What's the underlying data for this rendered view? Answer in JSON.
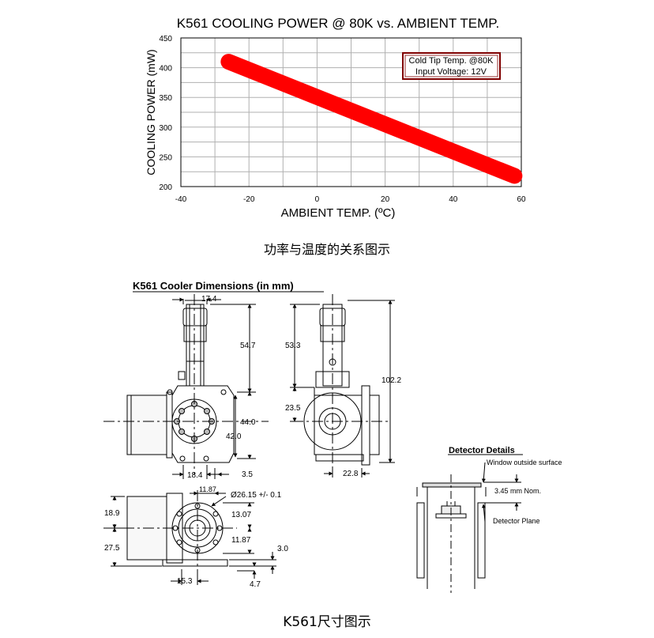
{
  "chart_data": {
    "type": "line",
    "title": "K561 COOLING POWER @ 80K vs. AMBIENT TEMP.",
    "xlabel": "AMBIENT TEMP. (ºC)",
    "ylabel": "COOLING POWER  (mW)",
    "xlim": [
      -40,
      60
    ],
    "ylim": [
      200,
      450
    ],
    "xticks": [
      "-40",
      "-20",
      "0",
      "20",
      "40",
      "60"
    ],
    "yticks": [
      "200",
      "250",
      "300",
      "350",
      "400",
      "450"
    ],
    "grid": true,
    "series": [
      {
        "x": [
          -26,
          58
        ],
        "y": [
          410,
          218
        ],
        "color": "#ff0000"
      }
    ],
    "legend_lines": [
      "Cold Tip Temp. @80K",
      "Input Voltage: 12V"
    ],
    "legend_position": "top-right"
  },
  "captions": {
    "chart": "功率与温度的关系图示",
    "drawing": "K561尺寸图示"
  },
  "drawing": {
    "title": "K561 Cooler Dimensions  (in mm)",
    "dims": {
      "d17_4": "17.4",
      "d54_7": "54.7",
      "d44_0": "44.0",
      "d42_0": "42.0",
      "d18_4": "18.4",
      "d3_5": "3.5",
      "d53_3": "53.3",
      "d23_5": "23.5",
      "d102_2": "102.2",
      "d22_8": "22.8",
      "d11_87a": "11.87",
      "d26_15": "Ø26.15 +/- 0.1",
      "d13_07": "13.07",
      "d11_87b": "11.87",
      "d18_9": "18.9",
      "d27_5": "27.5",
      "d3_0": "3.0",
      "d15_3": "15.3",
      "d4_7": "4.7"
    },
    "detector": {
      "title": "Detector Details",
      "window": "Window outside surface",
      "nom": "3.45 mm Nom.",
      "plane": "Detector Plane"
    }
  },
  "colors": {
    "series": "#ff0000",
    "legend_border": "#800000",
    "grid": "#b0b0b0"
  }
}
